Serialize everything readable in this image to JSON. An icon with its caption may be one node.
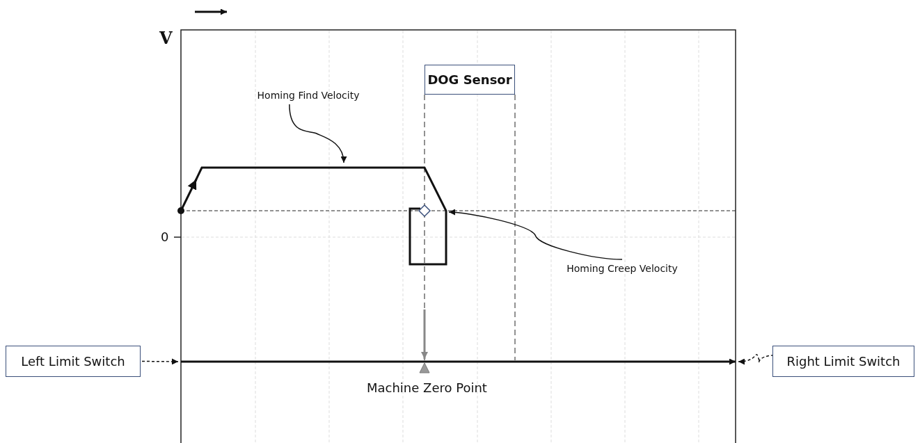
{
  "diagram": {
    "nodes": [
      {
        "text": [
          "Left Limit Switch"
        ]
      },
      {
        "text": [
          "Right Limit Switch"
        ]
      },
      {
        "text": [
          "DOG Sensor"
        ]
      },
      {
        "text": [
          "Homing Find Velocity"
        ]
      },
      {
        "text": [
          "Homing Creep Velocity"
        ]
      },
      {
        "text": [],
        "shape": "line"
      }
    ],
    "edges": [
      {
        "from": 0,
        "to": null,
        "arrow": "to",
        "style": "dashed"
      },
      {
        "from": 1,
        "to": null,
        "arrow": "to",
        "style": "dashed"
      },
      {
        "from": 3,
        "to": 5,
        "arrow": "to"
      },
      {
        "from": 4,
        "to": 5,
        "arrow": "to"
      }
    ],
    "labels": [
      "V",
      "0",
      "Machine Zero Point"
    ]
  }
}
